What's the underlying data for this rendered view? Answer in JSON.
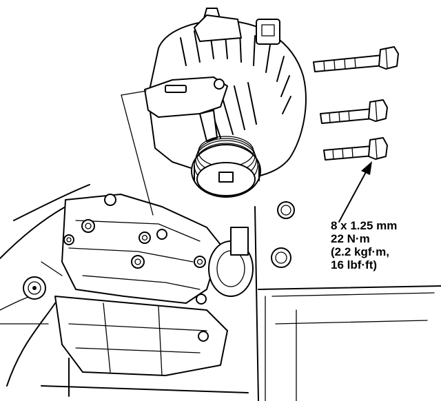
{
  "spec": {
    "lines": [
      "8 x 1.25 mm",
      "22 N·m",
      "(2.2 kgf·m,",
      "16 lbf·ft)"
    ]
  }
}
